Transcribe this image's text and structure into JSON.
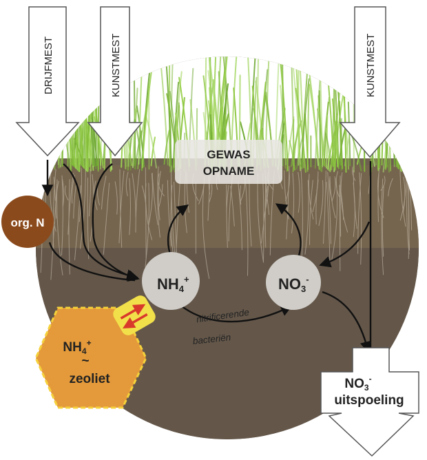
{
  "inputs": {
    "drijfmest": "DRIJFMEST",
    "kunstmest_left": "KUNSTMEST",
    "kunstmest_right": "KUNSTMEST"
  },
  "gewas_opname": {
    "line1": "GEWAS",
    "line2": "OPNAME"
  },
  "org_n": "org. N",
  "nh4": {
    "symbol": "NH",
    "sub": "4",
    "sup": "+"
  },
  "no3": {
    "symbol": "NO",
    "sub": "3",
    "sup": "-"
  },
  "bacteria": {
    "line1": "nitrificerende",
    "line2": "bacteriën"
  },
  "zeolite": {
    "line1_symbol": "NH",
    "line1_sub": "4",
    "line1_sup": "+",
    "line2": "~",
    "line3": "zeoliet"
  },
  "uitspoeling": {
    "symbol": "NO",
    "sub": "3",
    "sup": "-",
    "line2": "uitspoeling"
  },
  "colors": {
    "soil": "#7b6a52",
    "soil_dark": "#5e513f",
    "grass": "#8cc63f",
    "org_n": "#8b4a1c",
    "zeolite": "#e49a3a",
    "zeolite_border": "#f5d23a",
    "exchange_box": "#f2e04a",
    "exchange_arrow": "#d8392b",
    "node": "#d0cdc8"
  }
}
